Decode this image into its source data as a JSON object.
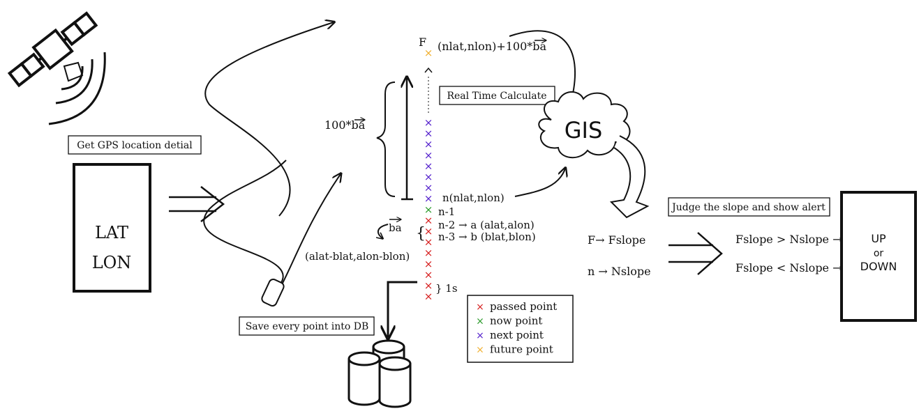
{
  "labels": {
    "get_gps": "Get GPS location detial",
    "lat": "LAT",
    "lon": "LON",
    "save_db": "Save every point  into DB",
    "hundred_ba": "100*",
    "ba": "ba",
    "f_letter": "F",
    "f_coord": "(nlat,nlon)+100*",
    "real_time": "Real Time Calculate",
    "gis": "GIS",
    "n_coord": "n(nlat,nlon)",
    "n1": "n-1",
    "n2": "n-2 → a (alat,alon)",
    "n3": "n-3 → b (blat,blon)",
    "ba_diff": "(alat-blat,alon-blon)",
    "one_s": "} 1s",
    "judge": "Judge the slope and show alert",
    "f_slope": "F→ Fslope",
    "n_slope": "n → Nslope",
    "cmp_gt": "Fslope > Nslope →",
    "cmp_lt": "Fslope < Nslope →",
    "up": "UP",
    "or": "or",
    "down": "DOWN"
  },
  "legend": [
    {
      "label": "passed point",
      "color": "#d62020"
    },
    {
      "label": "now point",
      "color": "#2a9a2a"
    },
    {
      "label": "next point",
      "color": "#5522cc"
    },
    {
      "label": "future point",
      "color": "#f0b030"
    }
  ],
  "points": {
    "future_color": "#f0b030",
    "next_color": "#5522cc",
    "now_color": "#2a9a2a",
    "passed_color": "#d62020"
  }
}
